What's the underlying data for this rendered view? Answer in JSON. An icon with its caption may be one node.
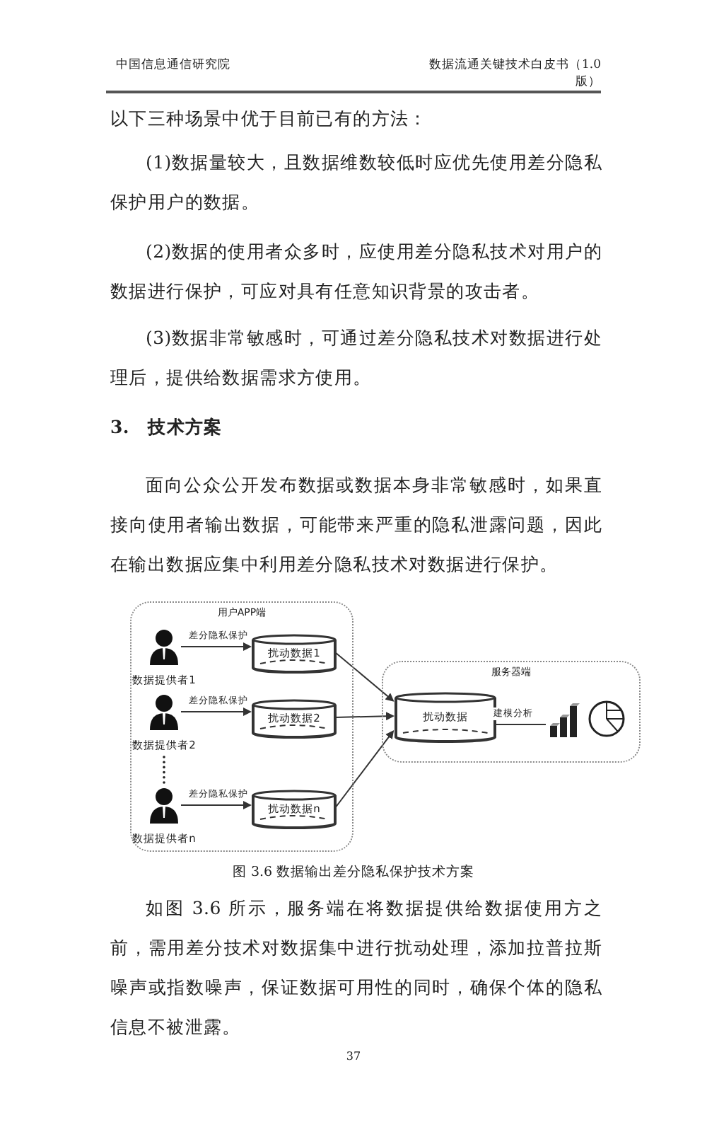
{
  "diagram": {
    "caption": "图 3.6 数据输出差分隐私保护技术方案",
    "nodes": [
      {
        "text": [
          "用户APP端"
        ]
      },
      {
        "text": [
          "数据提供者1"
        ],
        "in": 0
      },
      {
        "text": [
          "扰动数据1"
        ],
        "in": 0
      },
      {
        "text": [
          "数据提供者2"
        ],
        "in": 0
      },
      {
        "text": [
          "扰动数据2"
        ],
        "in": 0
      },
      {
        "text": [
          "数据提供者n"
        ],
        "in": 0
      },
      {
        "text": [
          "扰动数据n"
        ],
        "in": 0
      },
      {
        "text": [
          "服务器端"
        ]
      },
      {
        "text": [
          "扰动数据"
        ],
        "in": 7
      },
      {
        "text": [],
        "shape": "picture",
        "in": 7
      }
    ],
    "edges": [
      {
        "from": 1,
        "to": 2,
        "arrow": "to",
        "label": "差分隐私保护"
      },
      {
        "from": 3,
        "to": 4,
        "arrow": "to",
        "label": "差分隐私保护"
      },
      {
        "from": 5,
        "to": 6,
        "arrow": "to",
        "label": "差分隐私保护"
      },
      {
        "from": 2,
        "to": 8,
        "arrow": "to"
      },
      {
        "from": 4,
        "to": 8,
        "arrow": "to"
      },
      {
        "from": 6,
        "to": 8,
        "arrow": "to"
      },
      {
        "from": 8,
        "to": 9,
        "arrow": "none",
        "label": "建模分析"
      }
    ],
    "labels": [
      "中国信息通信研究院",
      "数据流通关键技术白皮书（1.0版）",
      "以下三种场景中优于目前已有的方法：",
      "(1)数据量较大，且数据维数较低时应优先使用差分隐私保护用户的数据。",
      "(2)数据的使用者众多时，应使用差分隐私技术对用户的数据进行保护，可应对具有任意知识背景的攻击者。",
      "(3)数据非常敏感时，可通过差分隐私技术对数据进行处理后，提供给数据需求方使用。",
      "3.　技术方案",
      "面向公众公开发布数据或数据本身非常敏感时，如果直接向使用者输出数据，可能带来严重的隐私泄露问题，因此在输出数据应集中利用差分隐私技术对数据进行保护。",
      "如图 3.6 所示，服务端在将数据提供给数据使用方之前，需用差分技术对数据集中进行扰动处理，添加拉普拉斯噪声或指数噪声，保证数据可用性的同时，确保个体的隐私信息不被泄露。",
      "37"
    ]
  }
}
